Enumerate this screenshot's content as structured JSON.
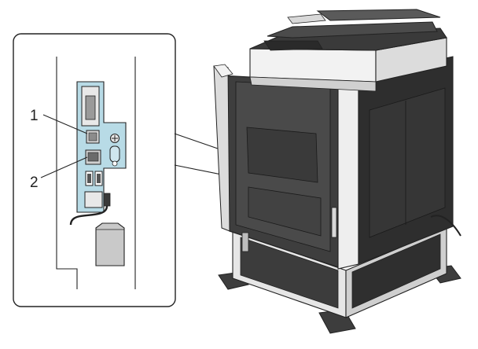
{
  "callouts": [
    {
      "label": "1",
      "part": "usb-port"
    },
    {
      "label": "2",
      "part": "network-port"
    }
  ],
  "colors": {
    "panel_blue": "#b8dbe6",
    "machine_dark": "#3a3a3a",
    "machine_mid": "#6f6f6f",
    "machine_light": "#e6e6e6",
    "outline": "#222222"
  }
}
